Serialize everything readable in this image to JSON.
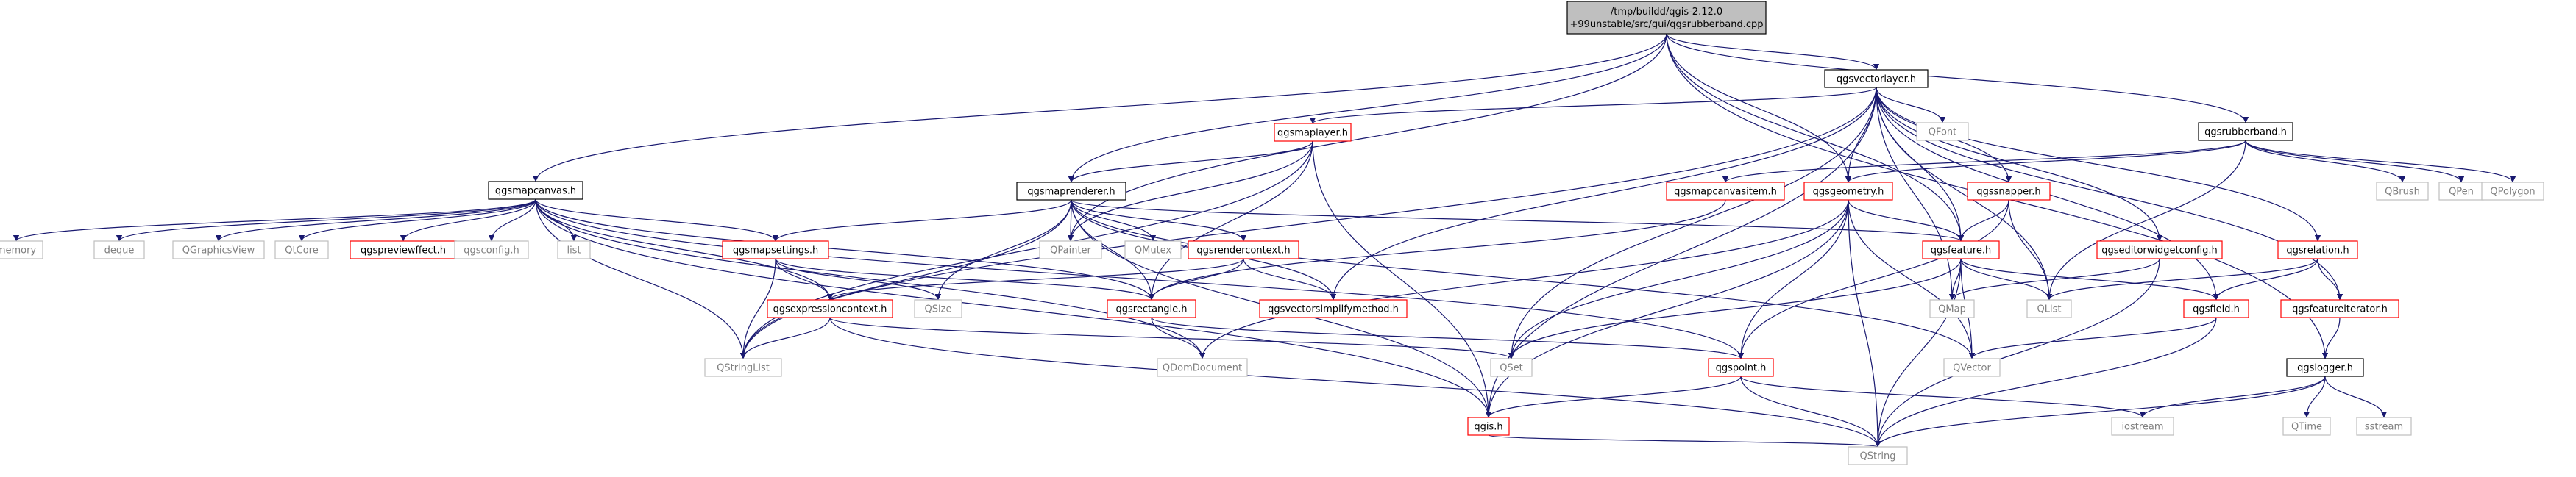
{
  "diagram": {
    "type": "include-dependency-graph",
    "root": "/tmp/buildd/qgis-2.12.0+99unstable/src/gui/qgsrubberband.cpp",
    "colors": {
      "edge": "#191970",
      "root_fill": "#bfbfbf",
      "root_border": "#000000",
      "documented_border": "#000000",
      "linked_border": "#ff0000",
      "external_border": "#bfbfbf",
      "external_text": "#7f7f7f",
      "text": "#000000"
    },
    "nodes": [
      {
        "id": "root",
        "lines": [
          "/tmp/buildd/qgis-2.12.0",
          "+99unstable/src/gui/qgsrubberband.cpp"
        ],
        "style": "root"
      },
      {
        "id": "qgsvectorlayer",
        "lines": [
          "qgsvectorlayer.h"
        ],
        "style": "documented"
      },
      {
        "id": "qgsrubberband",
        "lines": [
          "qgsrubberband.h"
        ],
        "style": "documented"
      },
      {
        "id": "qgsmapcanvas",
        "lines": [
          "qgsmapcanvas.h"
        ],
        "style": "documented"
      },
      {
        "id": "qgsmaplayer",
        "lines": [
          "qgsmaplayer.h"
        ],
        "style": "linked"
      },
      {
        "id": "qgsmaprenderer",
        "lines": [
          "qgsmaprenderer.h"
        ],
        "style": "documented"
      },
      {
        "id": "qfont",
        "lines": [
          "QFont"
        ],
        "style": "external"
      },
      {
        "id": "qgsmapcanvasitem",
        "lines": [
          "qgsmapcanvasitem.h"
        ],
        "style": "linked"
      },
      {
        "id": "qgsgeometry",
        "lines": [
          "qgsgeometry.h"
        ],
        "style": "linked"
      },
      {
        "id": "qgssnapper",
        "lines": [
          "qgssnapper.h"
        ],
        "style": "linked"
      },
      {
        "id": "qbrush",
        "lines": [
          "QBrush"
        ],
        "style": "external"
      },
      {
        "id": "qpen",
        "lines": [
          "QPen"
        ],
        "style": "external"
      },
      {
        "id": "qpolygon",
        "lines": [
          "QPolygon"
        ],
        "style": "external"
      },
      {
        "id": "memory",
        "lines": [
          "memory"
        ],
        "style": "external"
      },
      {
        "id": "deque",
        "lines": [
          "deque"
        ],
        "style": "external"
      },
      {
        "id": "qgraphicsview",
        "lines": [
          "QGraphicsView"
        ],
        "style": "external"
      },
      {
        "id": "qtcore",
        "lines": [
          "QtCore"
        ],
        "style": "external"
      },
      {
        "id": "qgspreviewerffect",
        "lines": [
          "qgspreviewffect.h"
        ],
        "style": "linked"
      },
      {
        "id": "qgsconfig",
        "lines": [
          "qgsconfig.h"
        ],
        "style": "external"
      },
      {
        "id": "list",
        "lines": [
          "list"
        ],
        "style": "external"
      },
      {
        "id": "qgsmapsettings",
        "lines": [
          "qgsmapsettings.h"
        ],
        "style": "linked"
      },
      {
        "id": "qpainter",
        "lines": [
          "QPainter"
        ],
        "style": "external"
      },
      {
        "id": "qmutex",
        "lines": [
          "QMutex"
        ],
        "style": "external"
      },
      {
        "id": "qgsrendercontext",
        "lines": [
          "qgsrendercontext.h"
        ],
        "style": "linked"
      },
      {
        "id": "qgsfeature",
        "lines": [
          "qgsfeature.h"
        ],
        "style": "linked"
      },
      {
        "id": "qgseditorwidgetconfig",
        "lines": [
          "qgseditorwidgetconfig.h"
        ],
        "style": "linked"
      },
      {
        "id": "qgsrelation",
        "lines": [
          "qgsrelation.h"
        ],
        "style": "linked"
      },
      {
        "id": "qgsexpressioncontext",
        "lines": [
          "qgsexpressioncontext.h"
        ],
        "style": "linked"
      },
      {
        "id": "qsize",
        "lines": [
          "QSize"
        ],
        "style": "external"
      },
      {
        "id": "qgsrectangle",
        "lines": [
          "qgsrectangle.h"
        ],
        "style": "linked"
      },
      {
        "id": "qgsvectorsimplifymethod",
        "lines": [
          "qgsvectorsimplifymethod.h"
        ],
        "style": "linked"
      },
      {
        "id": "qmap",
        "lines": [
          "QMap"
        ],
        "style": "external"
      },
      {
        "id": "qlist",
        "lines": [
          "QList"
        ],
        "style": "external"
      },
      {
        "id": "qgsfield",
        "lines": [
          "qgsfield.h"
        ],
        "style": "linked"
      },
      {
        "id": "qgsfeatureiterator",
        "lines": [
          "qgsfeatureiterator.h"
        ],
        "style": "linked"
      },
      {
        "id": "qstringlist",
        "lines": [
          "QStringList"
        ],
        "style": "external"
      },
      {
        "id": "qdomdocument",
        "lines": [
          "QDomDocument"
        ],
        "style": "external"
      },
      {
        "id": "qset",
        "lines": [
          "QSet"
        ],
        "style": "external"
      },
      {
        "id": "qgspoint",
        "lines": [
          "qgspoint.h"
        ],
        "style": "linked"
      },
      {
        "id": "qvector",
        "lines": [
          "QVector"
        ],
        "style": "external"
      },
      {
        "id": "qgslogger",
        "lines": [
          "qgslogger.h"
        ],
        "style": "documented"
      },
      {
        "id": "qgis",
        "lines": [
          "qgis.h"
        ],
        "style": "linked"
      },
      {
        "id": "iostream",
        "lines": [
          "iostream"
        ],
        "style": "external"
      },
      {
        "id": "qtime",
        "lines": [
          "QTime"
        ],
        "style": "external"
      },
      {
        "id": "sstream",
        "lines": [
          "sstream"
        ],
        "style": "external"
      },
      {
        "id": "qstring",
        "lines": [
          "QString"
        ],
        "style": "external"
      }
    ],
    "edges": [
      [
        "root",
        "qgsvectorlayer"
      ],
      [
        "root",
        "qgsrubberband"
      ],
      [
        "root",
        "qgsmapcanvas"
      ],
      [
        "root",
        "qgsmaprenderer"
      ],
      [
        "root",
        "qpainter"
      ],
      [
        "root",
        "qgsgeometry"
      ],
      [
        "root",
        "qgsfeature"
      ],
      [
        "root",
        "qgslogger"
      ],
      [
        "qgsvectorlayer",
        "qgsmaplayer"
      ],
      [
        "qgsvectorlayer",
        "qfont"
      ],
      [
        "qgsvectorlayer",
        "qgsgeometry"
      ],
      [
        "qgsvectorlayer",
        "qgssnapper"
      ],
      [
        "qgsvectorlayer",
        "qgsfeature"
      ],
      [
        "qgsvectorlayer",
        "qgseditorwidgetconfig"
      ],
      [
        "qgsvectorlayer",
        "qgsrelation"
      ],
      [
        "qgsvectorlayer",
        "qgsfield"
      ],
      [
        "qgsvectorlayer",
        "qgsfeatureiterator"
      ],
      [
        "qgsvectorlayer",
        "qgsvectorsimplifymethod"
      ],
      [
        "qgsvectorlayer",
        "qmap"
      ],
      [
        "qgsvectorlayer",
        "qlist"
      ],
      [
        "qgsvectorlayer",
        "qset"
      ],
      [
        "qgsvectorlayer",
        "qstringlist"
      ],
      [
        "qgsvectorlayer",
        "qgis"
      ],
      [
        "qgsrubberband",
        "qgsmapcanvasitem"
      ],
      [
        "qgsrubberband",
        "qgsgeometry"
      ],
      [
        "qgsrubberband",
        "qbrush"
      ],
      [
        "qgsrubberband",
        "qpen"
      ],
      [
        "qgsrubberband",
        "qpolygon"
      ],
      [
        "qgsrubberband",
        "qlist"
      ],
      [
        "qgsmapcanvas",
        "memory"
      ],
      [
        "qgsmapcanvas",
        "deque"
      ],
      [
        "qgsmapcanvas",
        "qgraphicsview"
      ],
      [
        "qgsmapcanvas",
        "qtcore"
      ],
      [
        "qgsmapcanvas",
        "qgspreviewerffect"
      ],
      [
        "qgsmapcanvas",
        "qgsconfig"
      ],
      [
        "qgsmapcanvas",
        "list"
      ],
      [
        "qgsmapcanvas",
        "qgsmapsettings"
      ],
      [
        "qgsmapcanvas",
        "qgsrectangle"
      ],
      [
        "qgsmapcanvas",
        "qgspoint"
      ],
      [
        "qgsmapcanvas",
        "qgsexpressioncontext"
      ],
      [
        "qgsmapcanvas",
        "qdomdocument"
      ],
      [
        "qgsmapcanvas",
        "qgis"
      ],
      [
        "qgsmapcanvas",
        "qstringlist"
      ],
      [
        "qgsmaplayer",
        "qgsmaprenderer"
      ],
      [
        "qgsmaplayer",
        "qgsrectangle"
      ],
      [
        "qgsmaplayer",
        "qpainter"
      ],
      [
        "qgsmaplayer",
        "qgis"
      ],
      [
        "qgsmaplayer",
        "qstringlist"
      ],
      [
        "qgsmaprenderer",
        "qpainter"
      ],
      [
        "qgsmaprenderer",
        "qmutex"
      ],
      [
        "qgsmaprenderer",
        "qgsrendercontext"
      ],
      [
        "qgsmaprenderer",
        "qgsmapsettings"
      ],
      [
        "qgsmaprenderer",
        "qgsrectangle"
      ],
      [
        "qgsmaprenderer",
        "qsize"
      ],
      [
        "qgsmaprenderer",
        "qgsfeature"
      ],
      [
        "qgsmaprenderer",
        "qvector"
      ],
      [
        "qgsmaprenderer",
        "qgsvectorsimplifymethod"
      ],
      [
        "qgsmaprenderer",
        "qgis"
      ],
      [
        "qgsmaprenderer",
        "qstringlist"
      ],
      [
        "qgsmapcanvasitem",
        "qgsrectangle"
      ],
      [
        "qgsgeometry",
        "qgsfeature"
      ],
      [
        "qgsgeometry",
        "qgspoint"
      ],
      [
        "qgsgeometry",
        "qset"
      ],
      [
        "qgsgeometry",
        "qvector"
      ],
      [
        "qgsgeometry",
        "qdomdocument"
      ],
      [
        "qgsgeometry",
        "qgis"
      ],
      [
        "qgsgeometry",
        "qstring"
      ],
      [
        "qgssnapper",
        "qgsfeature"
      ],
      [
        "qgssnapper",
        "qgspoint"
      ],
      [
        "qgssnapper",
        "qlist"
      ],
      [
        "qgsmapsettings",
        "qgsexpressioncontext"
      ],
      [
        "qgsmapsettings",
        "qgsrectangle"
      ],
      [
        "qgsmapsettings",
        "qsize"
      ],
      [
        "qgsmapsettings",
        "qstringlist"
      ],
      [
        "qgsrendercontext",
        "qgsexpressioncontext"
      ],
      [
        "qgsrendercontext",
        "qgsrectangle"
      ],
      [
        "qgsrendercontext",
        "qgsvectorsimplifymethod"
      ],
      [
        "qgsfeature",
        "qmap"
      ],
      [
        "qgsfeature",
        "qlist"
      ],
      [
        "qgsfeature",
        "qvector"
      ],
      [
        "qgsfeature",
        "qset"
      ],
      [
        "qgsfeature",
        "qgsfield"
      ],
      [
        "qgsfeature",
        "qstring"
      ],
      [
        "qgseditorwidgetconfig",
        "qmap"
      ],
      [
        "qgseditorwidgetconfig",
        "qstring"
      ],
      [
        "qgsrelation",
        "qlist"
      ],
      [
        "qgsrelation",
        "qgsfield"
      ],
      [
        "qgsrelation",
        "qgsfeatureiterator"
      ],
      [
        "qgsexpressioncontext",
        "qstringlist"
      ],
      [
        "qgsexpressioncontext",
        "qset"
      ],
      [
        "qgsexpressioncontext",
        "qstring"
      ],
      [
        "qgsrectangle",
        "qdomdocument"
      ],
      [
        "qgsrectangle",
        "qgspoint"
      ],
      [
        "qgsfield",
        "qvector"
      ],
      [
        "qgsfield",
        "qstring"
      ],
      [
        "qgsfeatureiterator",
        "qgslogger"
      ],
      [
        "qgspoint",
        "qgis"
      ],
      [
        "qgspoint",
        "iostream"
      ],
      [
        "qgspoint",
        "qstring"
      ],
      [
        "qgslogger",
        "iostream"
      ],
      [
        "qgslogger",
        "qtime"
      ],
      [
        "qgslogger",
        "sstream"
      ],
      [
        "qgslogger",
        "qstring"
      ],
      [
        "qgis",
        "qstring"
      ]
    ]
  }
}
